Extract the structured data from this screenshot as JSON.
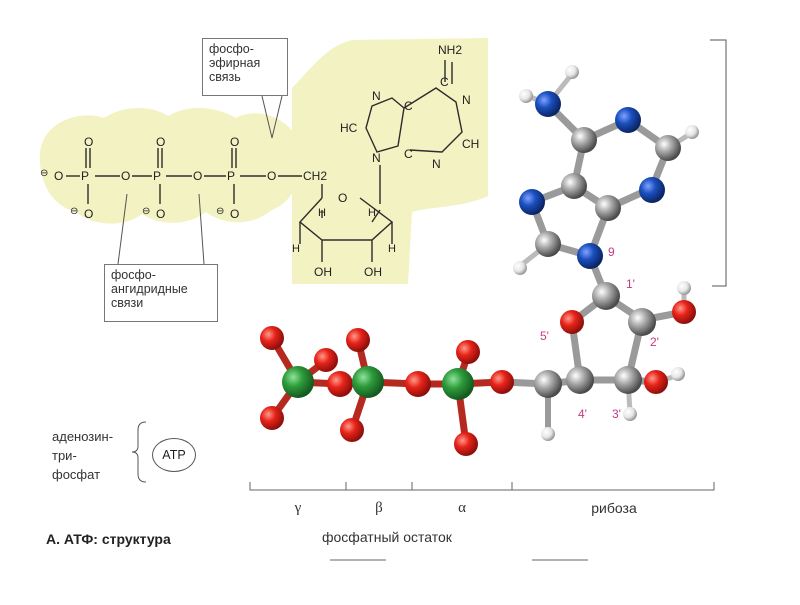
{
  "labels": {
    "phosphoester": [
      "фосфо-",
      "эфирная",
      "связь"
    ],
    "anhydride": [
      "фосфо-",
      "ангидридные",
      "связи"
    ],
    "legend": [
      "аденозин-",
      "три-",
      "фосфат"
    ],
    "atp_badge": "ATP",
    "caption": "А. АТФ: структура",
    "segments": {
      "gamma": "γ",
      "beta": "β",
      "alpha": "α",
      "ribose": "рибоза"
    },
    "phosphate_residue": "фосфатный остаток"
  },
  "formula": {
    "nh2": "NH2",
    "ring_atoms": {
      "n7": "N",
      "c5": "C",
      "c6": "C",
      "n1": "N",
      "hc8": "HC",
      "n9": "N",
      "c4": "C",
      "n3": "N",
      "ch2_purine": "CH"
    },
    "phosphorus": "P",
    "oxygen": "O",
    "charge": "⊖",
    "ch2": "CH2",
    "hydrogen": "H",
    "hydroxyl": "OH"
  },
  "model_numbers": {
    "n9": "9",
    "c1": "1'",
    "c2": "2'",
    "c3": "3'",
    "c4": "4'",
    "c5": "5'"
  },
  "colors": {
    "highlight": "#f2f2c2",
    "accent_label": "#c63a83",
    "oxygen": "#e8231a",
    "phosphorus": "#2e9c3c",
    "nitrogen": "#1b4fbf",
    "carbon": "#8f8f8f",
    "hydrogen": "#e6e6e6"
  }
}
